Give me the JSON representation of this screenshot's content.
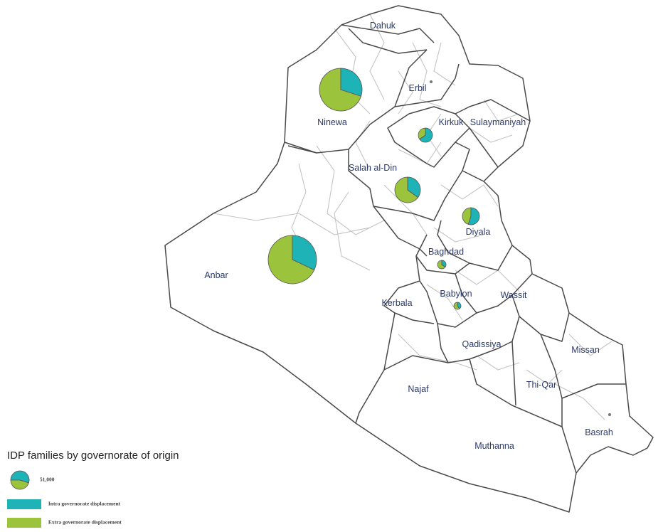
{
  "colors": {
    "intra": "#1eb3b6",
    "extra": "#9cc33c",
    "border": "#4a4a4a",
    "district": "#c4c4c4",
    "label": "#2c3a6b"
  },
  "governorates": [
    {
      "id": "dahuk",
      "label": "Dahuk"
    },
    {
      "id": "erbil",
      "label": "Erbil"
    },
    {
      "id": "ninewa",
      "label": "Ninewa"
    },
    {
      "id": "kirkuk",
      "label": "Kirkuk"
    },
    {
      "id": "sulaymaniyah",
      "label": "Sulaymaniyah"
    },
    {
      "id": "salah-al-din",
      "label": "Salah al-Din"
    },
    {
      "id": "diyala",
      "label": "Diyala"
    },
    {
      "id": "baghdad",
      "label": "Baghdad"
    },
    {
      "id": "anbar",
      "label": "Anbar"
    },
    {
      "id": "babylon",
      "label": "Babylon"
    },
    {
      "id": "wassit",
      "label": "Wassit"
    },
    {
      "id": "kerbala",
      "label": "Kerbala"
    },
    {
      "id": "qadissiya",
      "label": "Qadissiya"
    },
    {
      "id": "missan",
      "label": "Missan"
    },
    {
      "id": "thi-qar",
      "label": "Thi-Qar"
    },
    {
      "id": "najaf",
      "label": "Najaf"
    },
    {
      "id": "basrah",
      "label": "Basrah"
    },
    {
      "id": "muthanna",
      "label": "Muthanna"
    }
  ],
  "pies": [
    {
      "gov": "ninewa",
      "intra_share": 0.3
    },
    {
      "gov": "kirkuk",
      "intra_share": 0.65
    },
    {
      "gov": "salah-al-din",
      "intra_share": 0.35
    },
    {
      "gov": "diyala",
      "intra_share": 0.55
    },
    {
      "gov": "anbar",
      "intra_share": 0.32
    },
    {
      "gov": "baghdad",
      "intra_share": 0.35
    },
    {
      "gov": "babylon",
      "intra_share": 0.4
    }
  ],
  "legend": {
    "title": "IDP families by governorate of origin",
    "size_label": "51,000",
    "intra_label": "Intra governorate displacement",
    "extra_label": "Extra governorate displacement"
  }
}
